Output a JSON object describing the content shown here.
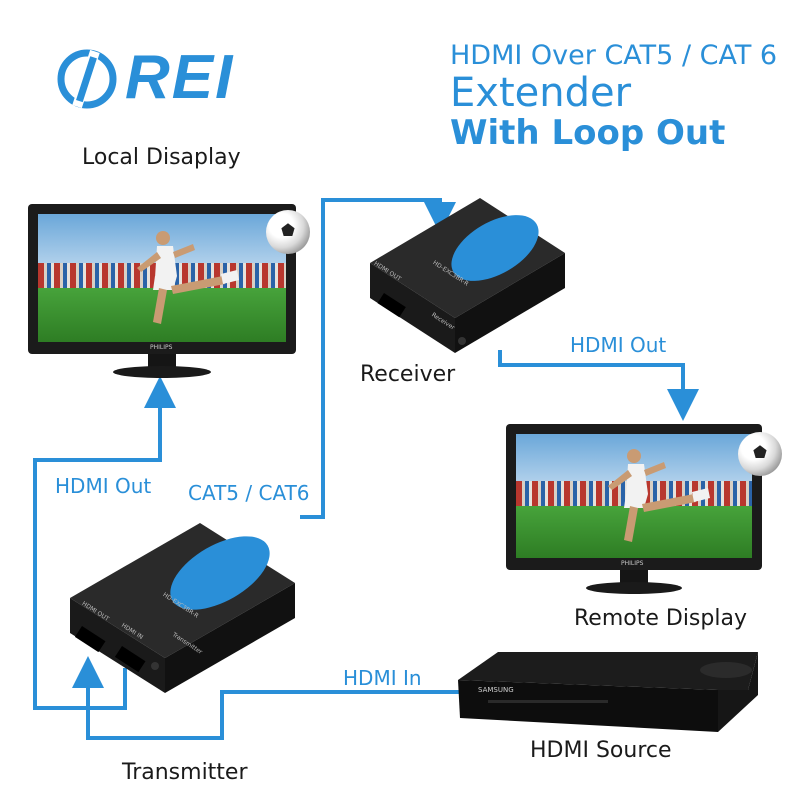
{
  "brand": {
    "name": "REI"
  },
  "title": {
    "line1": "HDMI Over CAT5 / CAT 6",
    "line2": "Extender",
    "line3": "With Loop Out"
  },
  "labels": {
    "local_display": "Local Disaplay",
    "receiver": "Receiver",
    "remote_display": "Remote Display",
    "hdmi_source": "HDMI Source",
    "transmitter": "Transmitter",
    "hdmi_out_receiver": "HDMI Out",
    "hdmi_out_local": "HDMI Out",
    "cat_cable": "CAT5 / CAT6",
    "hdmi_in": "HDMI In"
  },
  "devices": {
    "monitor_brand": "PHILIPS",
    "player_brand": "SAMSUNG",
    "receiver_model": "HD-EXC3BR-R",
    "receiver_port": "HDMI OUT",
    "receiver_name": "Receiver",
    "transmitter_model": "HD-EXC3BR-R",
    "transmitter_port_out": "HDMI OUT",
    "transmitter_port_in": "HDMI IN",
    "transmitter_name": "Transmitter"
  },
  "colors": {
    "accent": "#2a8fd8",
    "device": "#1e1e1e"
  }
}
